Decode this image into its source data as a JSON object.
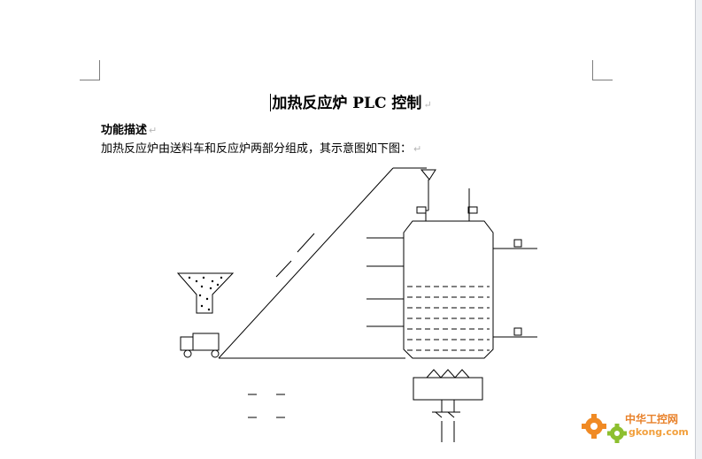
{
  "document": {
    "title": "加热反应炉 PLC 控制",
    "paragraph_mark": "↵",
    "heading": "功能描述",
    "paragraph": "加热反应炉由送料车和反应炉两部分组成，其示意图如下图："
  },
  "watermark": {
    "name_cn": "中华工控网",
    "domain": "gkong.com"
  },
  "colors": {
    "watermark_orange": "#e8812a",
    "watermark_green": "#8dbf2f"
  }
}
